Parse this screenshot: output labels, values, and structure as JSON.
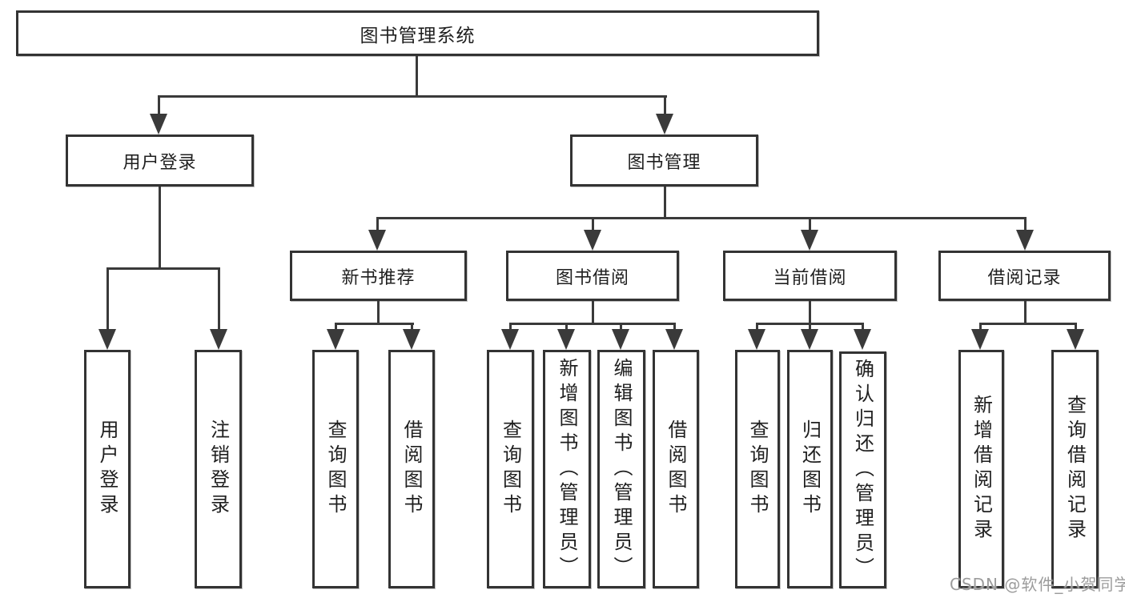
{
  "diagram": {
    "title_note": "library management system feature hierarchy diagram",
    "root": {
      "label": "图书管理系统"
    },
    "level2": [
      {
        "label": "用户登录"
      },
      {
        "label": "图书管理"
      }
    ],
    "level3": [
      {
        "label": "新书推荐"
      },
      {
        "label": "图书借阅"
      },
      {
        "label": "当前借阅"
      },
      {
        "label": "借阅记录"
      }
    ],
    "leaves": {
      "user_login": [
        {
          "label": "用户登录"
        },
        {
          "label": "注销登录"
        }
      ],
      "new_book": [
        {
          "label": "查询图书"
        },
        {
          "label": "借阅图书"
        }
      ],
      "book_borrow": [
        {
          "label": "查询图书"
        },
        {
          "label": "新增图书（管理员）"
        },
        {
          "label": "编辑图书（管理员）"
        },
        {
          "label": "借阅图书"
        }
      ],
      "current_borrow": [
        {
          "label": "查询图书"
        },
        {
          "label": "归还图书"
        },
        {
          "label": "确认归还（管理员）"
        }
      ],
      "borrow_record": [
        {
          "label": "新增借阅记录"
        },
        {
          "label": "查询借阅记录"
        }
      ]
    },
    "watermark": "CSDN @软件_小贺同学",
    "colors": {
      "line": "#3a3a3a",
      "box_border": "#333333",
      "box_bg": "#ffffff",
      "text": "#1f1f1f",
      "watermark": "#9c9c9c",
      "background": "#ffffff"
    }
  }
}
